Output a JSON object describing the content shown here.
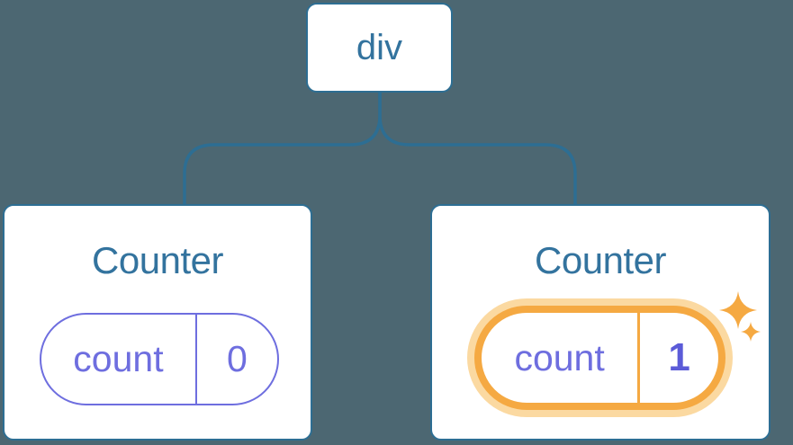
{
  "diagram": {
    "type": "component-tree",
    "root": {
      "label": "div"
    },
    "children": [
      {
        "title": "Counter",
        "state": {
          "key": "count",
          "value": "0"
        },
        "highlighted": false
      },
      {
        "title": "Counter",
        "state": {
          "key": "count",
          "value": "1"
        },
        "highlighted": true,
        "badge_icon": "sparkle-icon"
      }
    ],
    "colors": {
      "background": "#4C6772",
      "card_background": "#FFFFFF",
      "node_border": "#2D6E93",
      "connector": "#2D6E93",
      "title_text": "#33739E",
      "state_pill": "#6E6EDF",
      "highlight_value_text": "#5B5BD8",
      "highlight_ring": "#F5A942",
      "highlight_ring_halo": "#FBD9A1",
      "sparkle": "#F5A942"
    }
  }
}
